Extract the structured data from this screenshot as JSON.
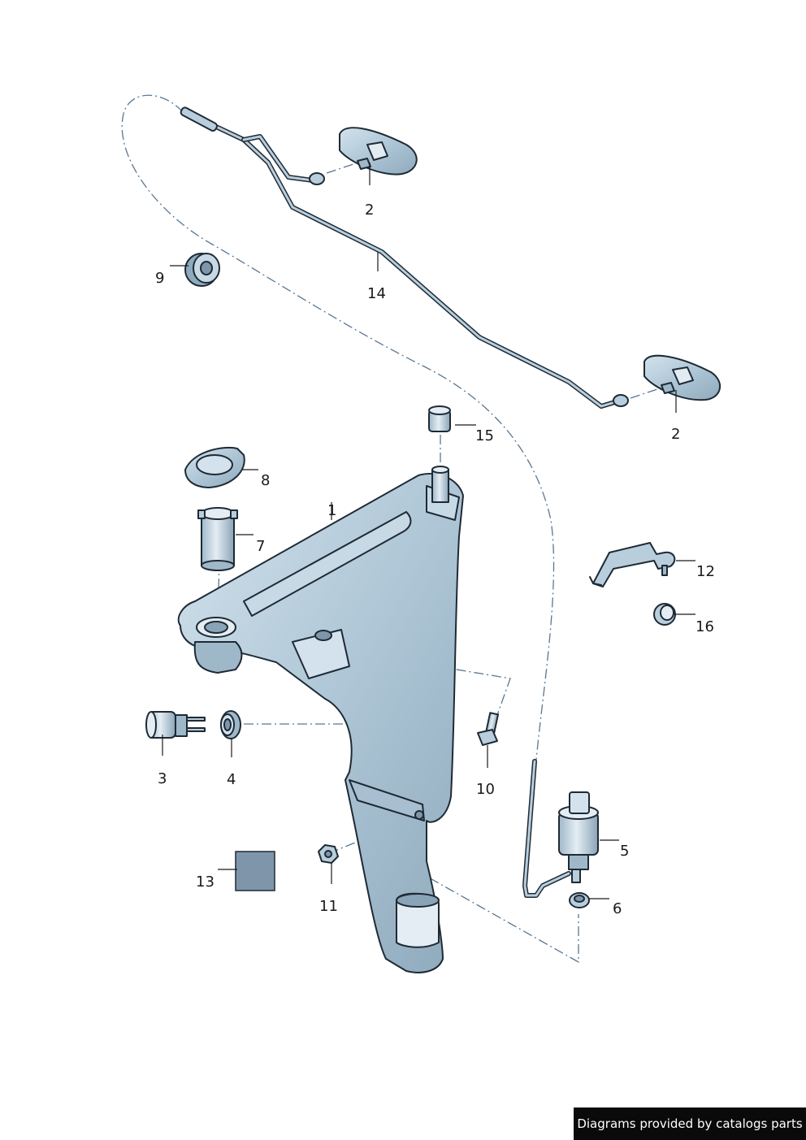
{
  "callouts": {
    "c1": "1",
    "c2a": "2",
    "c2b": "2",
    "c3": "3",
    "c4": "4",
    "c5": "5",
    "c6": "6",
    "c7": "7",
    "c8": "8",
    "c9": "9",
    "c10": "10",
    "c11": "11",
    "c12": "12",
    "c13": "13",
    "c14": "14",
    "c15": "15",
    "c16": "16"
  },
  "credit": "Diagrams provided by catalogs parts",
  "colors": {
    "part_fill": "#b8cedd",
    "part_stroke": "#1e2a35",
    "dash_line": "#5a7790",
    "label_box": "#7f96aa"
  }
}
